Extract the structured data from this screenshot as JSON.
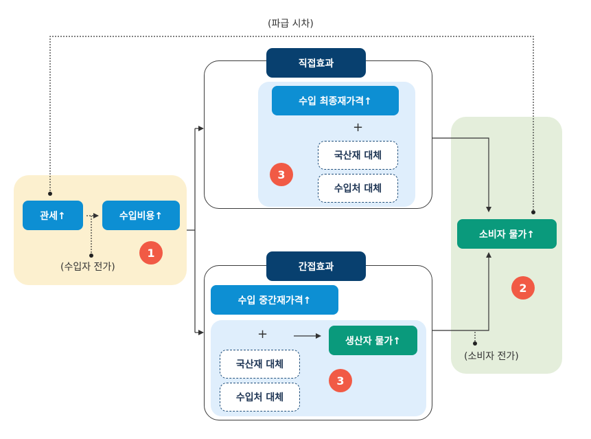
{
  "diagram": {
    "top_note": "(파급 시차)",
    "stage1": {
      "tariff": "관세↑",
      "import_cost": "수입비용↑",
      "importer_passthrough": "(수입자 전가)",
      "badge": "1"
    },
    "direct": {
      "title": "직접효과",
      "final_goods_price": "수입 최종재가격↑",
      "plus": "+",
      "domestic_substitution": "국산재 대체",
      "source_substitution": "수입처 대체",
      "badge": "3"
    },
    "indirect": {
      "title": "간접효과",
      "intermediate_goods_price": "수입 중간재가격↑",
      "plus": "+",
      "producer_price": "생산자 물가↑",
      "domestic_substitution": "국산재 대체",
      "source_substitution": "수입처 대체",
      "badge": "3"
    },
    "stage2": {
      "consumer_price": "소비자 물가↑",
      "consumer_passthrough": "(소비자 전가)",
      "badge": "2"
    },
    "colors": {
      "yellow_panel": "#fcf0cf",
      "green_panel": "#e4eedb",
      "light_blue_panel": "#dfeefc",
      "blue_box": "#0d8fd3",
      "navy_box": "#08406f",
      "teal_box": "#0a9a7c",
      "badge": "#f15a45"
    }
  }
}
